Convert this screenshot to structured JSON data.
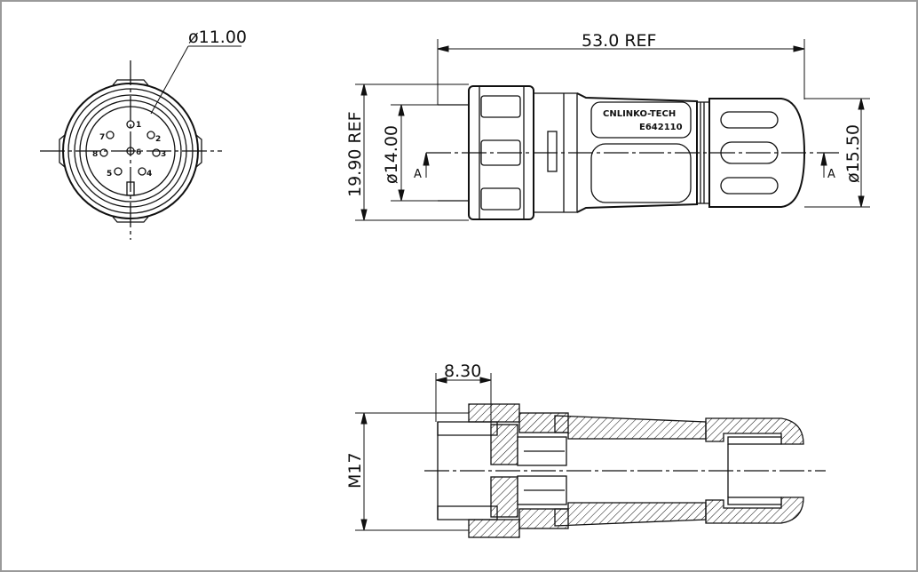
{
  "drawing": {
    "front_view": {
      "diameter_label": "ø11.00",
      "pins": [
        "1",
        "2",
        "3",
        "4",
        "5",
        "6",
        "7",
        "8"
      ]
    },
    "side_view": {
      "length_label": "53.0 REF",
      "height_label": "19.90 REF",
      "body_diameter_label": "ø14.00",
      "nut_diameter_label": "ø15.50",
      "section_marker_left": "A",
      "section_marker_right": "A",
      "brand_text": "CNLINKO-TECH",
      "model_text": "E642110"
    },
    "section_view": {
      "depth_label": "8.30",
      "thread_label": "M17"
    }
  },
  "colors": {
    "line": "#111111",
    "frame": "#9a9a9a",
    "background": "#ffffff"
  }
}
